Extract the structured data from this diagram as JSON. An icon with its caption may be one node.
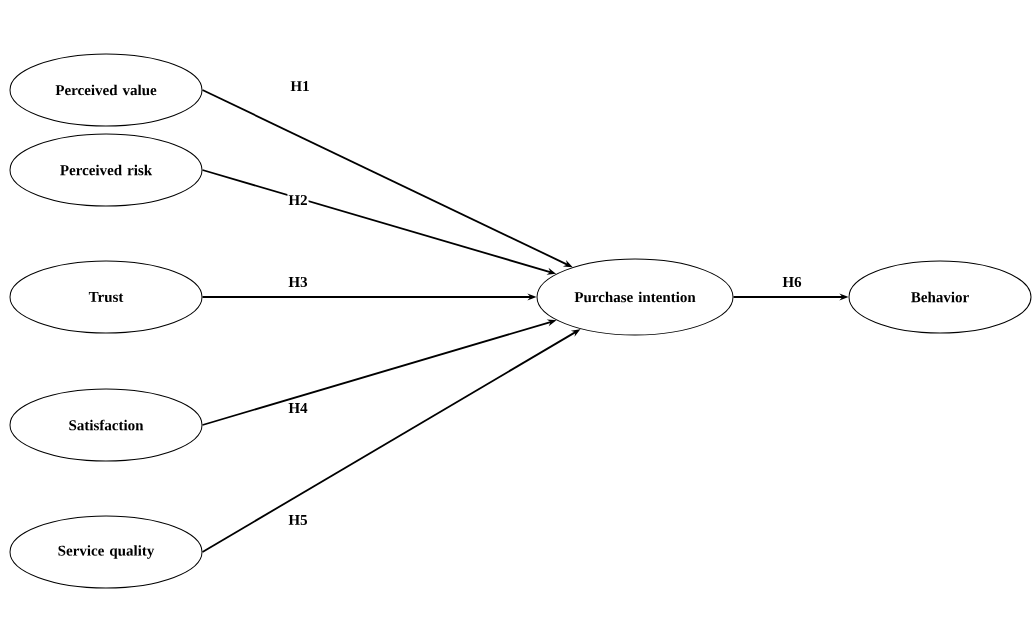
{
  "diagram": {
    "nodes": [
      {
        "text": [
          "Perceived value"
        ]
      },
      {
        "text": [
          "Perceived risk"
        ]
      },
      {
        "text": [
          "Trust"
        ]
      },
      {
        "text": [
          "Satisfaction"
        ]
      },
      {
        "text": [
          "Service quality"
        ]
      },
      {
        "text": [
          "Purchase intention"
        ]
      },
      {
        "text": [
          "Behavior"
        ]
      }
    ],
    "edges": [
      {
        "from": 0,
        "to": 5,
        "arrow": "to",
        "label": "H1"
      },
      {
        "from": 1,
        "to": 5,
        "arrow": "to",
        "label": "H2"
      },
      {
        "from": 2,
        "to": 5,
        "arrow": "to",
        "label": "H3"
      },
      {
        "from": 3,
        "to": 5,
        "arrow": "to",
        "label": "H4"
      },
      {
        "from": 4,
        "to": 5,
        "arrow": "to",
        "label": "H5"
      },
      {
        "from": 5,
        "to": 6,
        "arrow": "to",
        "label": "H6"
      }
    ]
  }
}
